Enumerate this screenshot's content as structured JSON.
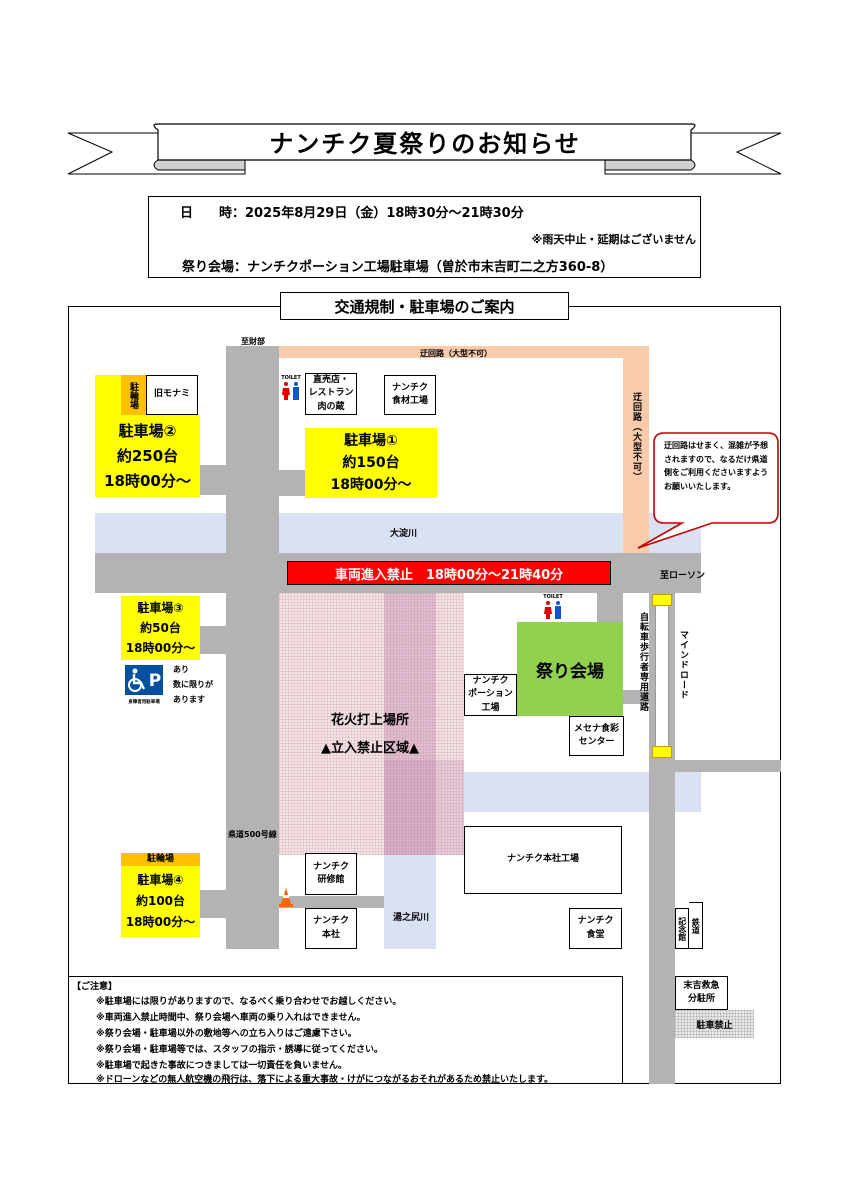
{
  "title": "ナンチク夏祭りのお知らせ",
  "info": {
    "date_label": "日　　時：",
    "date_value": "2025年8月29日（金）18時30分～21時30分",
    "rain_note": "※雨天中止・延期はございません",
    "venue_label": "祭り会場：",
    "venue_value": "ナンチクポーション工場駐車場（曽於市末吉町二之方360-8）"
  },
  "map": {
    "heading": "交通規制・駐車場のご案内",
    "to_zaibu": "至財部",
    "detour_top": "迂回路（大型不可）",
    "detour_side": "迂回路（大型不可）",
    "callout": "迂回路はせまく、混雑が予想されますので、なるだけ県道側をご利用くださいますようお願いいたします。",
    "river_oyodo": "大淀川",
    "no_entry": "車両進入禁止　18時00分～21時40分",
    "to_lawson": "至ローソン",
    "bike_lane": "自転車歩行者専用道路",
    "mind_road": "マインドロード",
    "route500": "県道500号線",
    "river_yunoshiri": "湯之尻川",
    "fireworks": "花火打上場所",
    "restricted": "▲立入禁止区域▲",
    "venue": "祭り会場",
    "toilet": "TOILET",
    "accessible_caption": "身障者用駐車場",
    "accessible_note": "あり\n数に限りが\nあります",
    "parking_no": "駐車禁止",
    "parking": [
      {
        "name": "駐車場②",
        "capacity": "約250台",
        "time": "18時00分～"
      },
      {
        "name": "駐車場①",
        "capacity": "約150台",
        "time": "18時00分～"
      },
      {
        "name": "駐車場③",
        "capacity": "約50台",
        "time": "18時00分～"
      },
      {
        "name": "駐車場④",
        "capacity": "約100台",
        "time": "18時00分～"
      }
    ],
    "bike1": "駐輪場",
    "bike4": "駐輪場",
    "buildings": {
      "kyu_monami": "旧モナミ",
      "chokubaiten": "直売店・\nレストラン\n肉の蔵",
      "shokuzai": "ナンチク\n食材工場",
      "portion": "ナンチク\nポーション\n工場",
      "mecena": "メセナ食彩\nセンター",
      "honsha_kojo": "ナンチク本社工場",
      "kenshukan": "ナンチク\n研修館",
      "honsha": "ナンチク\n本社",
      "shokudo": "ナンチク\n食堂",
      "kinenkan": "記念館",
      "tetsudo": "鉄道",
      "kyukyu": "末吉救急\n分駐所"
    }
  },
  "notes": {
    "heading": "【ご注意】",
    "items": [
      "※駐車場には限りがありますので、なるべく乗り合わせでお越しください。",
      "※車両進入禁止時間中、祭り会場へ車両の乗り入れはできません。",
      "※祭り会場・駐車場以外の敷地等への立ち入りはご遠慮下さい。",
      "※祭り会場・駐車場等では、スタッフの指示・誘導に従ってください。",
      "※駐車場で起きた事故につきましては一切責任を負いません。",
      "※ドローンなどの無人航空機の飛行は、落下による重大事故・けがにつながるおそれがあるため禁止いたします。"
    ]
  },
  "colors": {
    "parking": "#ffff00",
    "bike": "#ffc000",
    "venue": "#92d050",
    "no_entry": "#ff0000",
    "detour": "#f8cbad",
    "road": "#b3b3b3",
    "river": "#d9e1f2"
  }
}
